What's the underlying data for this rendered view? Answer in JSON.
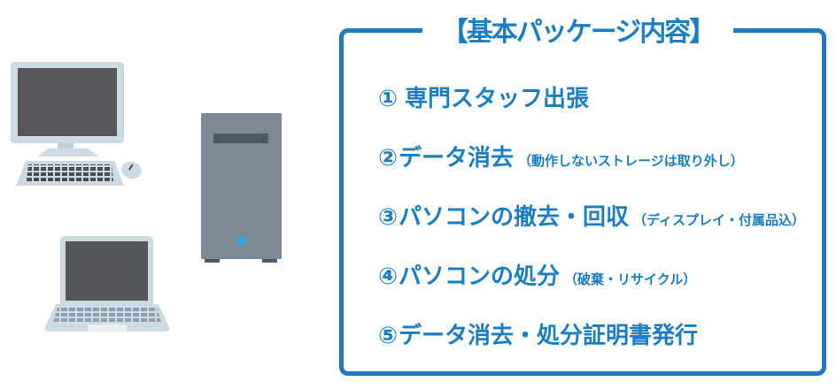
{
  "title": "【基本パッケージ内容】",
  "package_items": [
    {
      "number": "①",
      "label": "専門スタッフ出張",
      "note": ""
    },
    {
      "number": "②",
      "label": "データ消去",
      "note": "（動作しないストレージは取り外し）"
    },
    {
      "number": "③",
      "label": "パソコンの撤去・回収",
      "note": "（ディスプレイ・付属品込）"
    },
    {
      "number": "④",
      "label": "パソコンの処分",
      "note": "（破棄・リサイクル）"
    },
    {
      "number": "⑤",
      "label": "データ消去・処分証明書発行",
      "note": ""
    }
  ],
  "illustrations": [
    "desktop-computer-with-keyboard-and-mouse",
    "pc-tower",
    "laptop"
  ],
  "colors": {
    "accent_blue": "#1b7ec3",
    "border_blue": "#2577bd",
    "device_light": "#ccdae3",
    "screen_dark": "#58585c",
    "key_dark": "#474c51",
    "laptop_key": "#8ba0af",
    "tower_gray": "#7b8a95",
    "tower_dark": "#4d5a64",
    "power_blue": "#3aa7e3",
    "bg": "#ffffff"
  }
}
